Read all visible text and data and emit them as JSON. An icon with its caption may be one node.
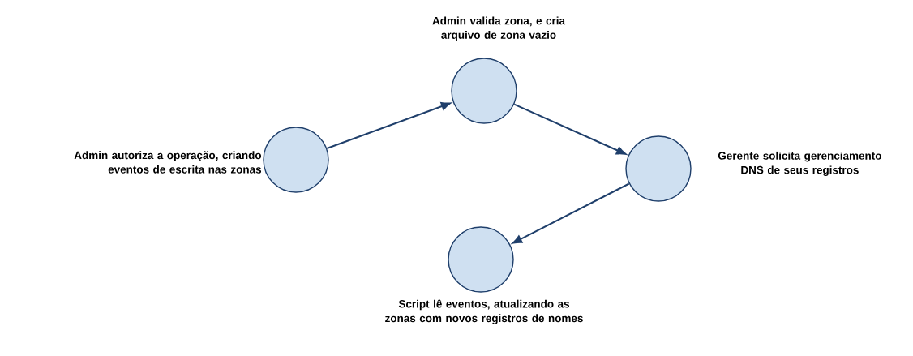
{
  "diagram": {
    "nodes": [
      {
        "text": [
          "Admin autoriza a operação, criando eventos de escrita nas zonas"
        ]
      },
      {
        "text": [
          "Admin valida zona, e cria arquivo de zona vazio"
        ]
      },
      {
        "text": [
          "Gerente solicita gerenciamento DNS de seus registros"
        ]
      },
      {
        "text": [
          "Script lê eventos, atualizando as zonas com novos registros de nomes"
        ]
      }
    ],
    "edges": [
      {
        "from": 0,
        "to": 1,
        "arrow": "to"
      },
      {
        "from": 1,
        "to": 2,
        "arrow": "to"
      },
      {
        "from": 2,
        "to": 3,
        "arrow": "to"
      }
    ]
  }
}
